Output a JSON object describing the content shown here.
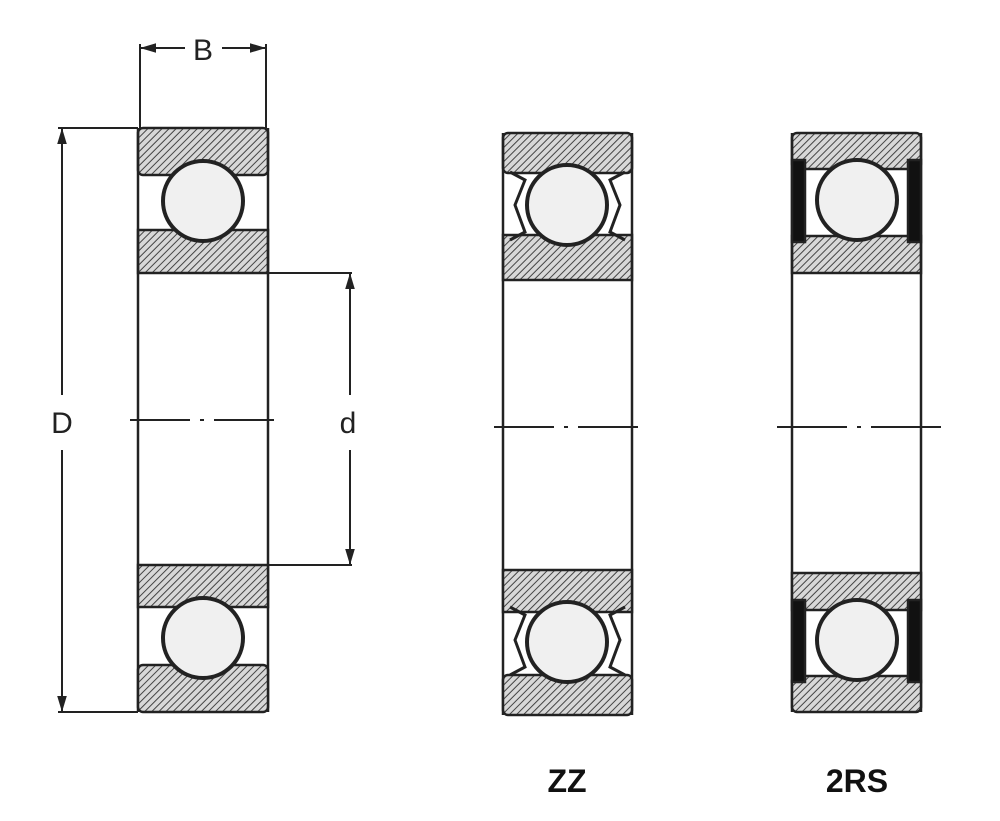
{
  "dimensions": {
    "width_label": "B",
    "outer_diameter_label": "D",
    "bore_diameter_label": "d"
  },
  "variants": [
    {
      "caption": "ZZ"
    },
    {
      "caption": "2RS"
    }
  ],
  "colors": {
    "line": "#222222",
    "ball_fill": "#f0f0f0",
    "seal": "#111111"
  }
}
